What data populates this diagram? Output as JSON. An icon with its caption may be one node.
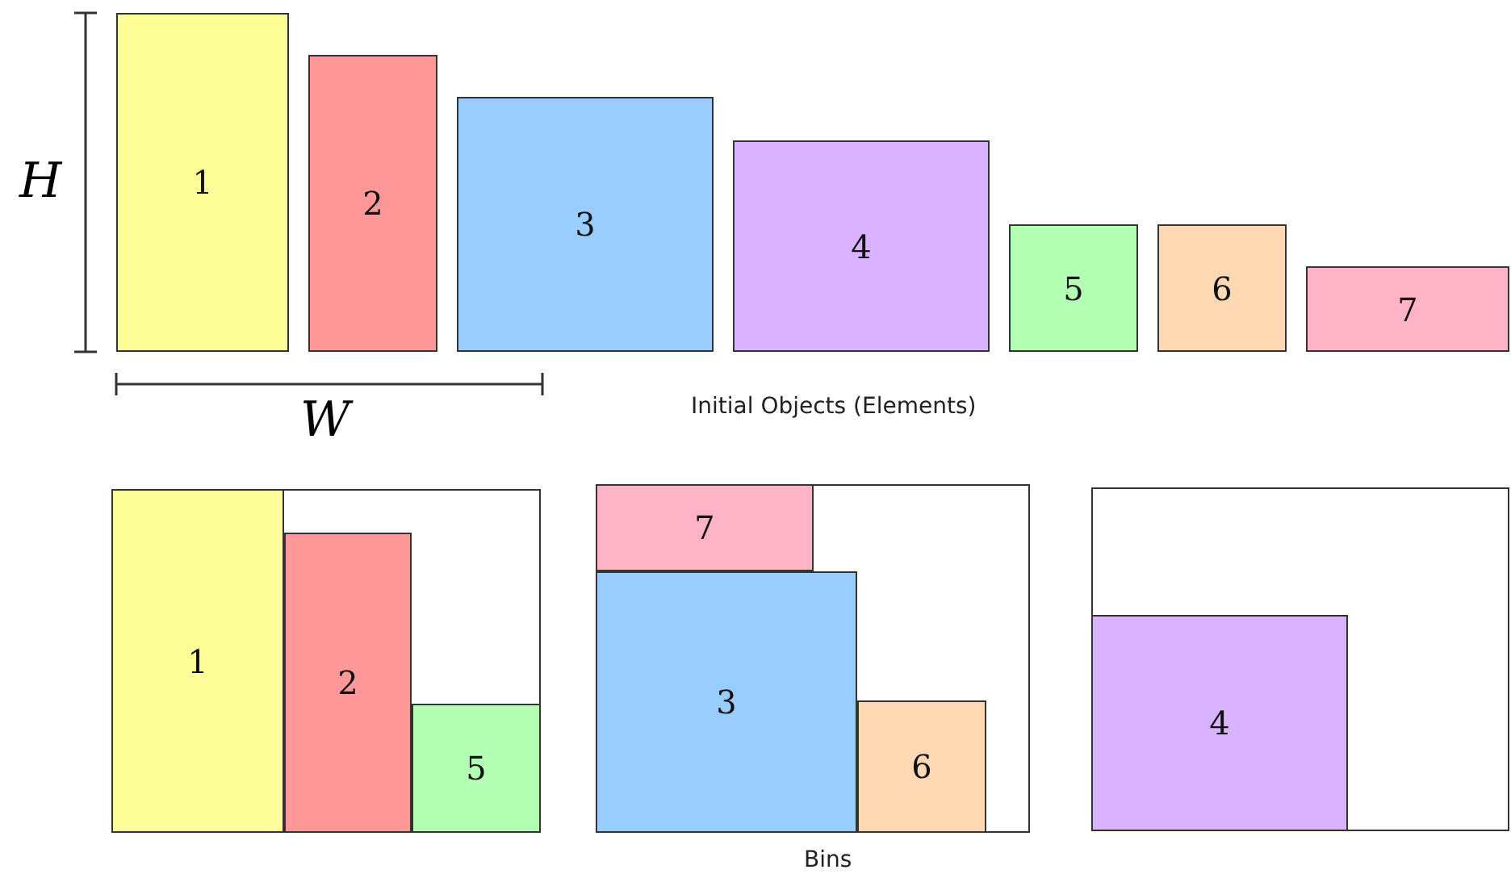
{
  "diagram": {
    "nodes": [
      {
        "text": [
          "1"
        ]
      },
      {
        "text": [
          "2"
        ]
      },
      {
        "text": [
          "3"
        ]
      },
      {
        "text": [
          "4"
        ]
      },
      {
        "text": [
          "5"
        ]
      },
      {
        "text": [
          "6"
        ]
      },
      {
        "text": [
          "7"
        ]
      },
      {
        "text": [],
        "shape": "box"
      },
      {
        "text": [
          "1"
        ],
        "in": 7
      },
      {
        "text": [
          "2"
        ],
        "in": 7
      },
      {
        "text": [
          "5"
        ],
        "in": 7
      },
      {
        "text": [],
        "shape": "box"
      },
      {
        "text": [
          "7"
        ],
        "in": 11
      },
      {
        "text": [
          "3"
        ],
        "in": 11
      },
      {
        "text": [
          "6"
        ],
        "in": 11
      },
      {
        "text": [],
        "shape": "box"
      },
      {
        "text": [
          "4"
        ],
        "in": 15
      }
    ],
    "edges": [],
    "labels": [
      "H",
      "W",
      "Initial Objects (Elements)",
      "Bins"
    ]
  }
}
